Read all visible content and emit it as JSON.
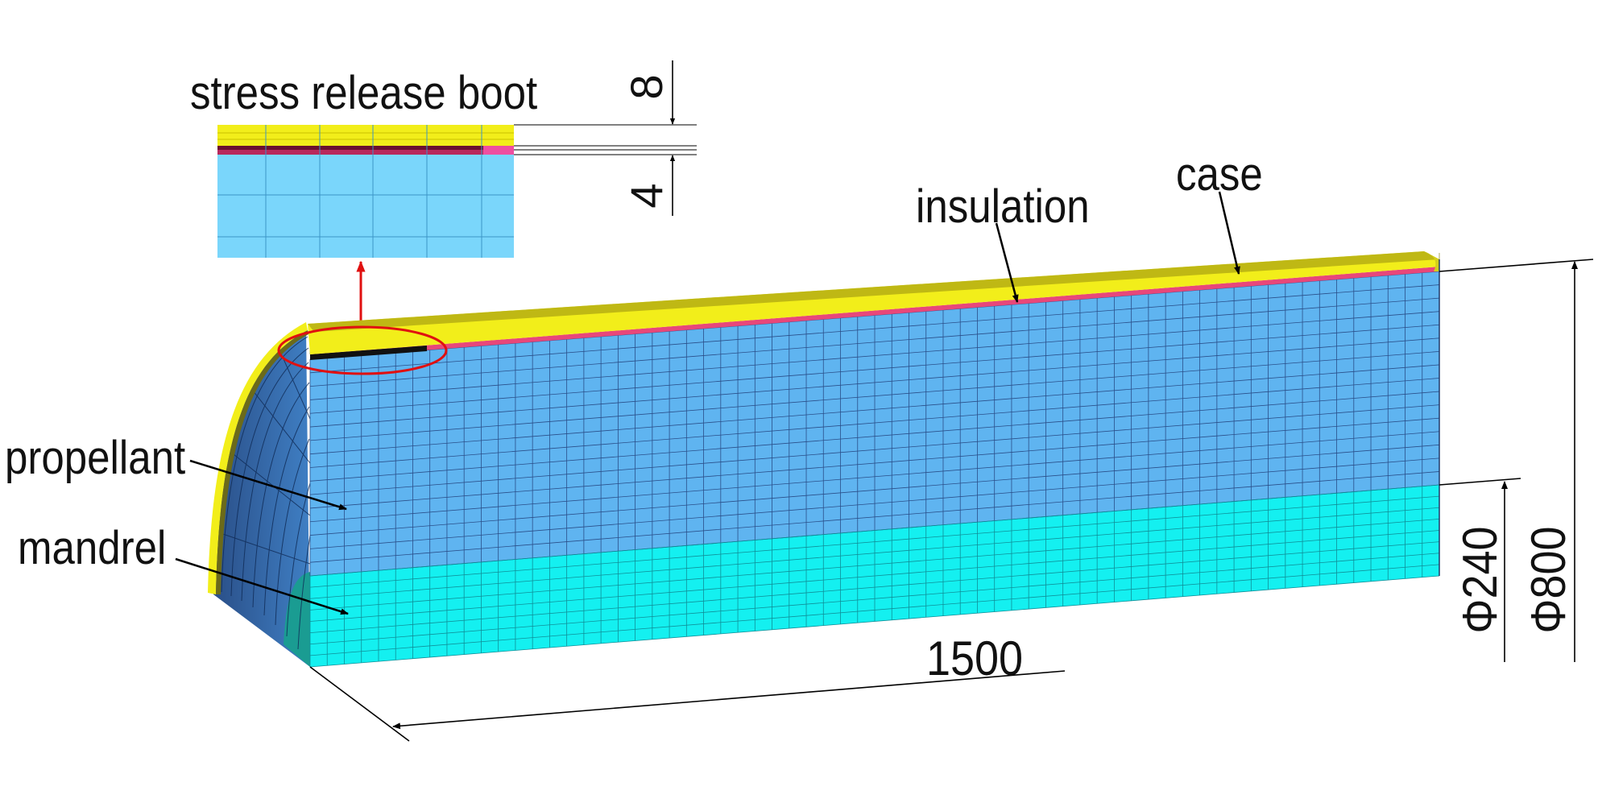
{
  "labels": {
    "boot": "stress release boot",
    "insulation": "insulation",
    "case": "case",
    "propellant": "propellant",
    "mandrel": "mandrel"
  },
  "dimensions": {
    "boot_thickness": "8",
    "insulation_thickness": "4",
    "length": "1500",
    "inner_diameter": "Φ240",
    "outer_diameter": "Φ800"
  },
  "colors": {
    "case": "#f2ee1a",
    "insulation": "#e8477a",
    "propellant": "#5fb4f0",
    "mandrel": "#14f0f0",
    "callout": "#e01010",
    "mesh": "#2a3f66"
  }
}
